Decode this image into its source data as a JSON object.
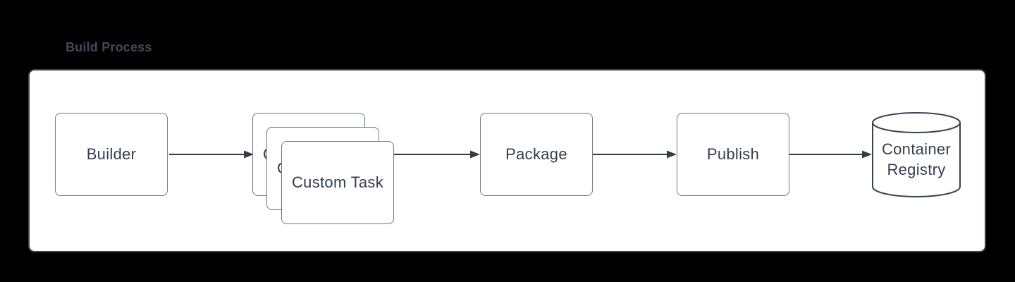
{
  "diagram": {
    "container": {
      "title": "Build Process"
    },
    "nodes": {
      "builder": {
        "label": "Builder",
        "shape": "rectangle"
      },
      "custom_task": {
        "label": "Custom Task",
        "shape": "stacked-rectangles"
      },
      "package": {
        "label": "Package",
        "shape": "rectangle"
      },
      "publish": {
        "label": "Publish",
        "shape": "rectangle"
      },
      "container_registry": {
        "label": "Container Registry",
        "shape": "cylinder"
      }
    },
    "edges": [
      {
        "from": "builder",
        "to": "custom_task"
      },
      {
        "from": "custom_task",
        "to": "package"
      },
      {
        "from": "package",
        "to": "publish"
      },
      {
        "from": "publish",
        "to": "container_registry"
      }
    ],
    "colors": {
      "background": "#000000",
      "panel_background": "#ffffff",
      "panel_border": "#39414e",
      "node_border": "#6f7882",
      "node_text": "#333e4c",
      "arrow": "#333c48",
      "cylinder_stroke": "#39434f",
      "title_text": "#404a58"
    }
  }
}
